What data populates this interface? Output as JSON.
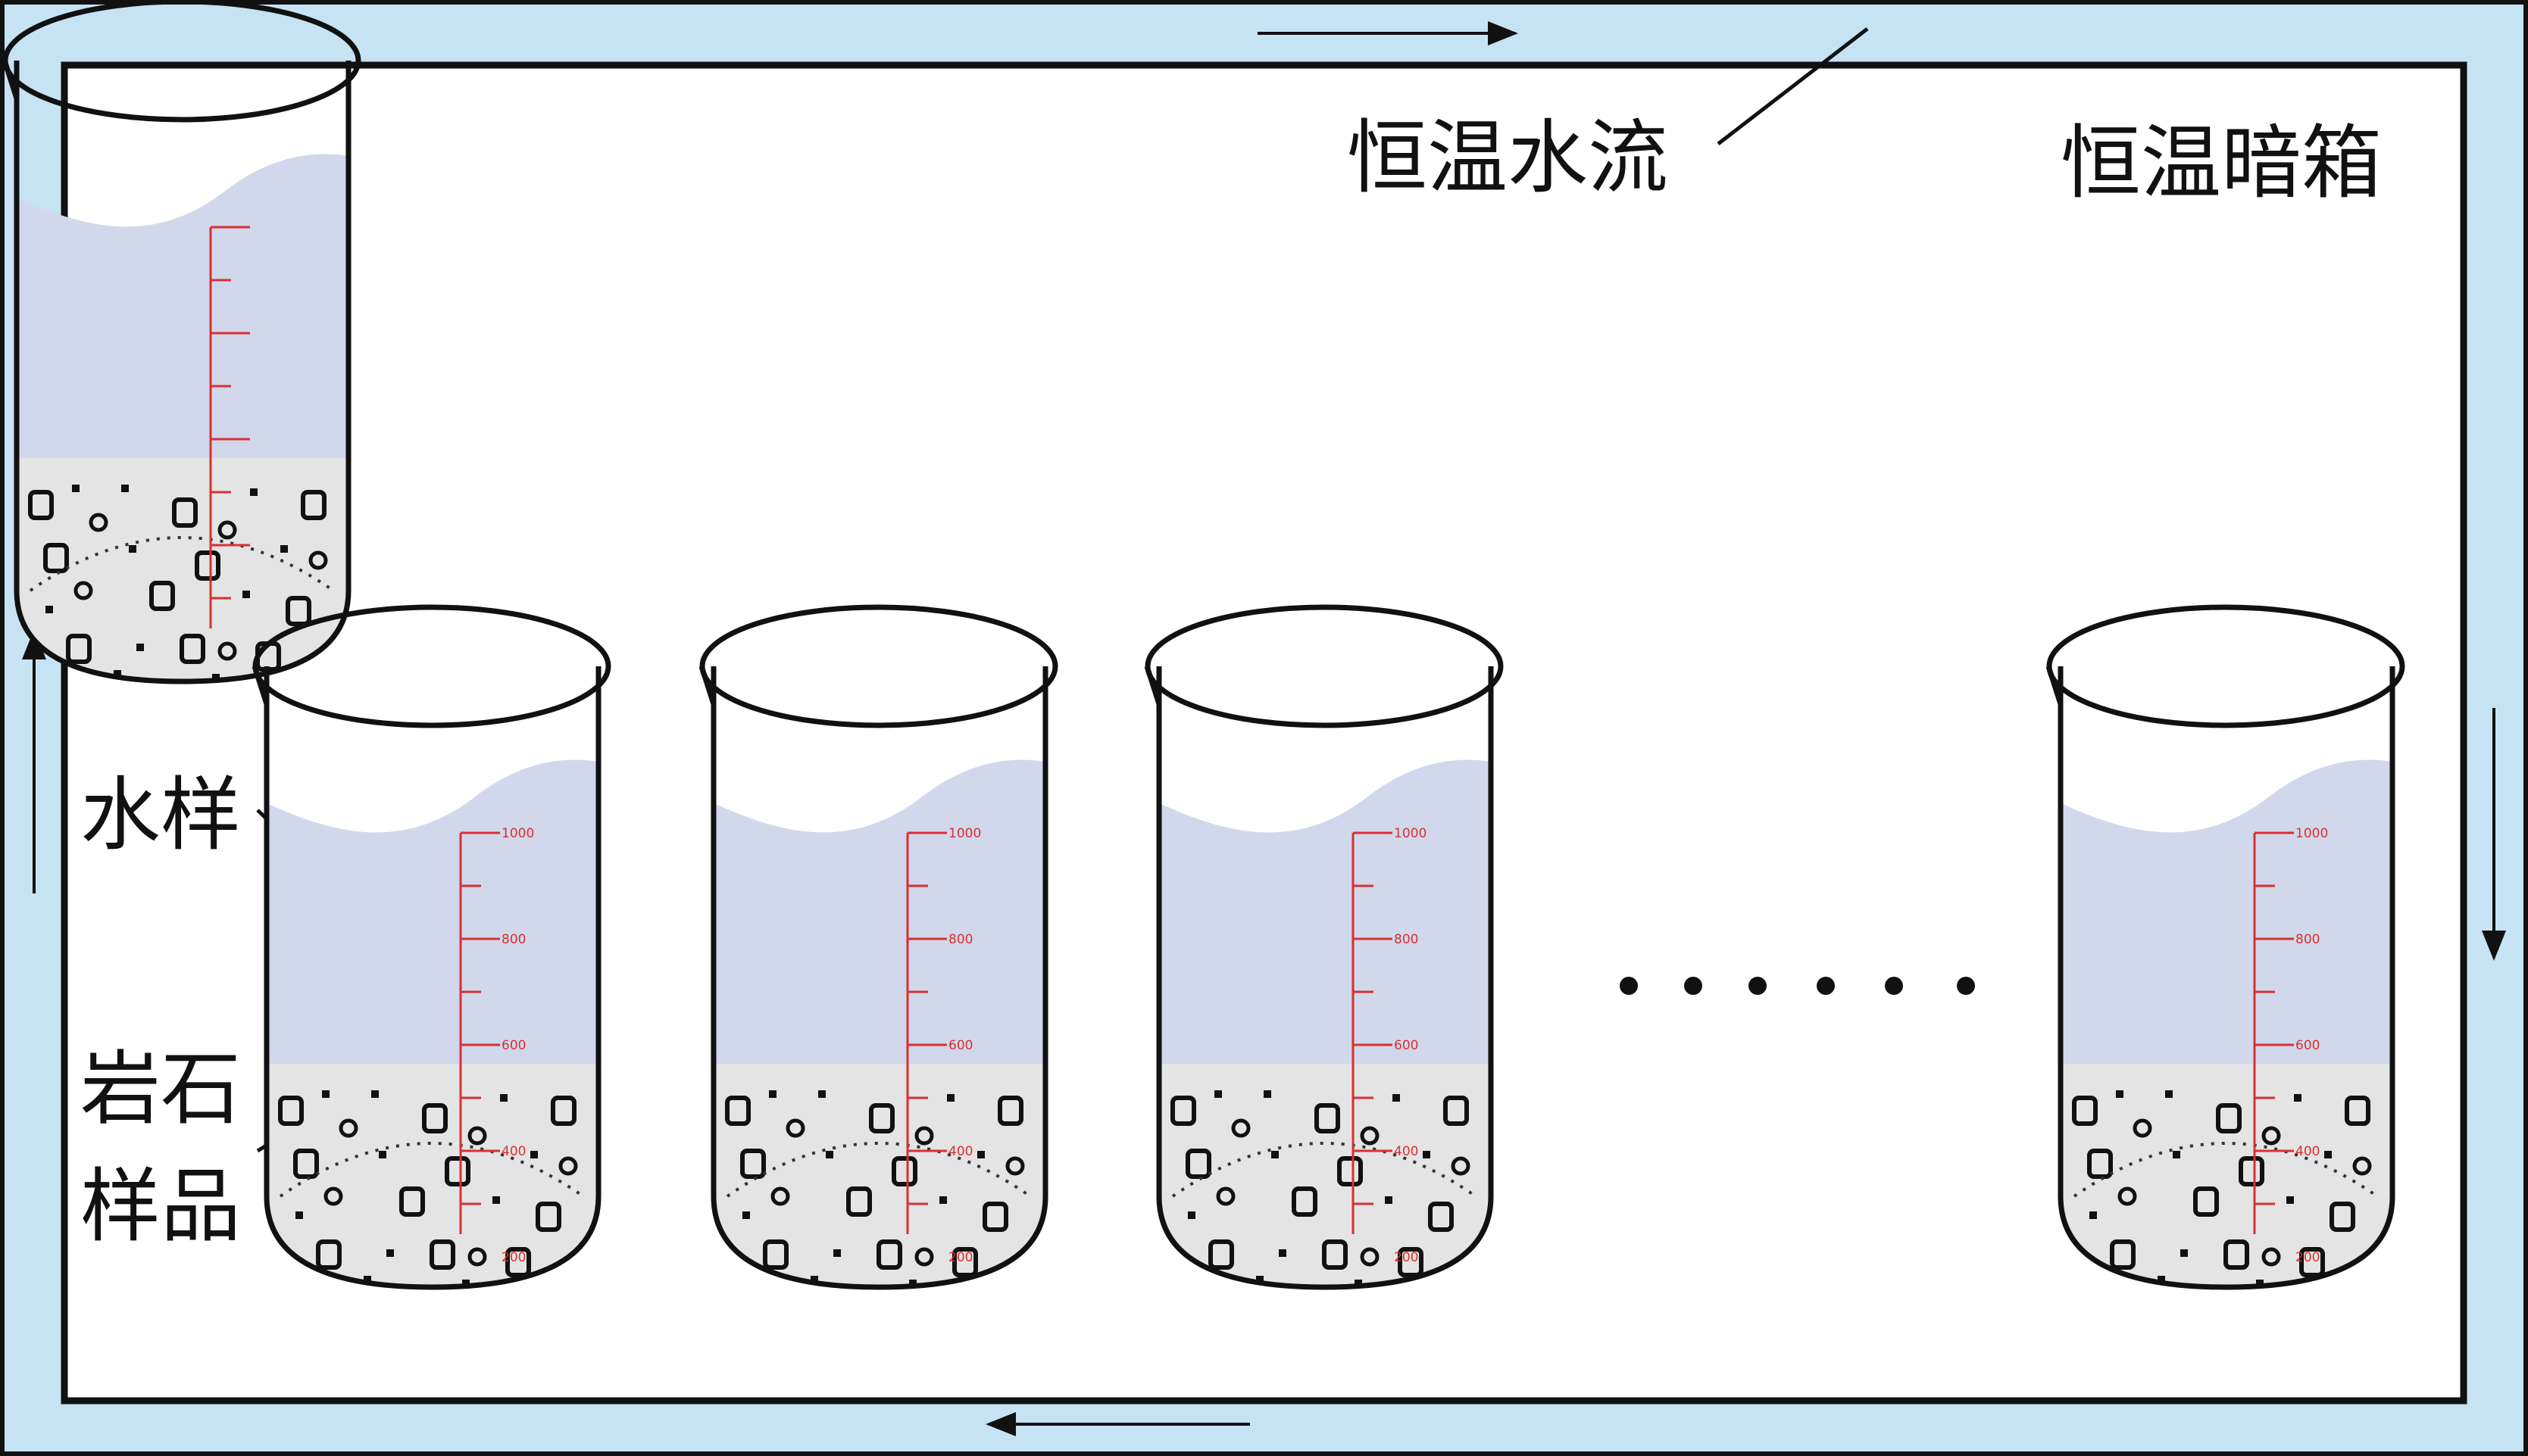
{
  "labels": {
    "water_flow": "恒温水流",
    "dark_box": "恒温暗箱",
    "water_sample": "水样",
    "rock_sample_line1": "岩石",
    "rock_sample_line2": "样品",
    "ellipsis": "……"
  },
  "beaker": {
    "scale_labels": [
      "1000",
      "800",
      "600",
      "400",
      "200"
    ]
  },
  "colors": {
    "water_jacket": "#c6e3f4",
    "frame": "#111111",
    "water": "#d2d8ec",
    "rock_bed": "#e4e4e4",
    "scale": "#d93030"
  }
}
